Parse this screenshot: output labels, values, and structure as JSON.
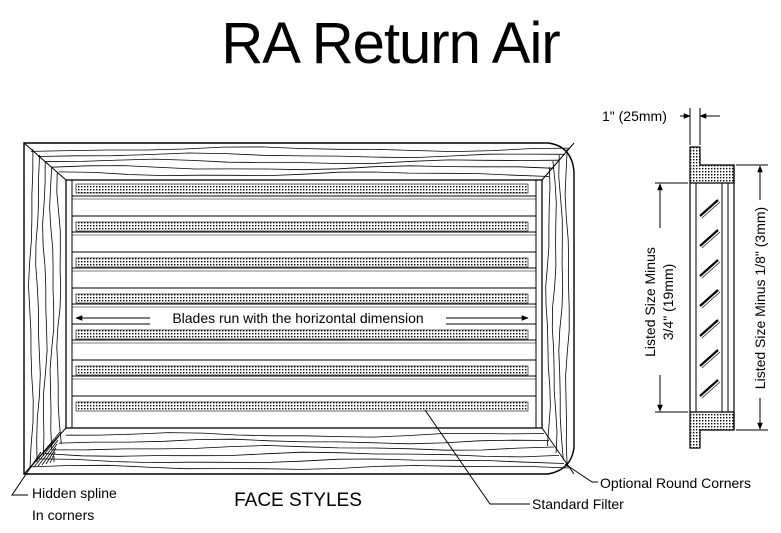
{
  "title": "RA Return Air",
  "labels": {
    "blades": "Blades run with the horizontal dimension",
    "hidden_spline_1": "Hidden spline",
    "hidden_spline_2": "In corners",
    "face_styles": "FACE STYLES",
    "standard_filter": "Standard Filter",
    "optional_round": "Optional Round Corners",
    "flange_width": "1\" (25mm)",
    "listed_minus_34_1": "Listed Size Minus",
    "listed_minus_34_2": "3/4\" (19mm)",
    "listed_minus_18": "Listed Size Minus 1/8\" (3mm)"
  },
  "colors": {
    "line": "#000000",
    "background": "#ffffff"
  }
}
